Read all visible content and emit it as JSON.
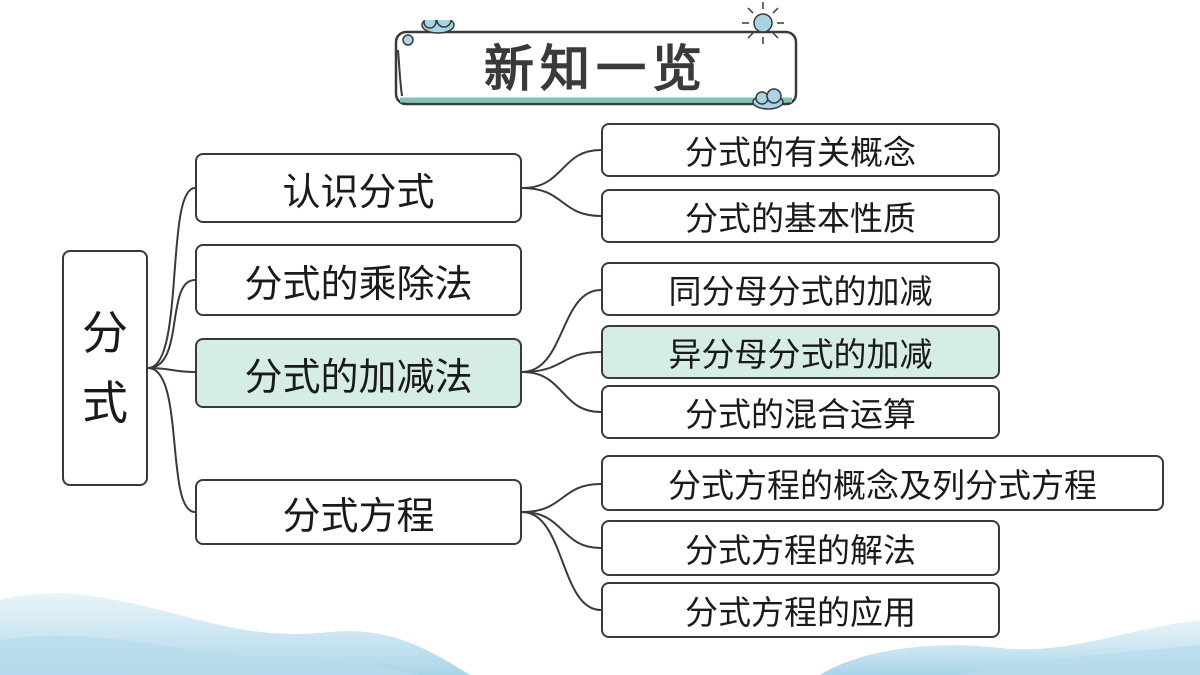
{
  "title": "新知一览",
  "root": {
    "chars": [
      "分",
      "式"
    ]
  },
  "level1": [
    "认识分式",
    "分式的乘除法",
    "分式的加减法",
    "分式方程"
  ],
  "level2": [
    "分式的有关概念",
    "分式的基本性质",
    "同分母分式的加减",
    "异分母分式的加减",
    "分式的混合运算",
    "分式方程的概念及列分式方程",
    "分式方程的解法",
    "分式方程的应用"
  ],
  "colors": {
    "highlight": "#d6ece6",
    "border": "#3a3a3a",
    "cloud": "#a9d4e6",
    "title_accent": "#7cc4b8"
  },
  "icons": [
    "cloud-icon",
    "sun-icon"
  ]
}
